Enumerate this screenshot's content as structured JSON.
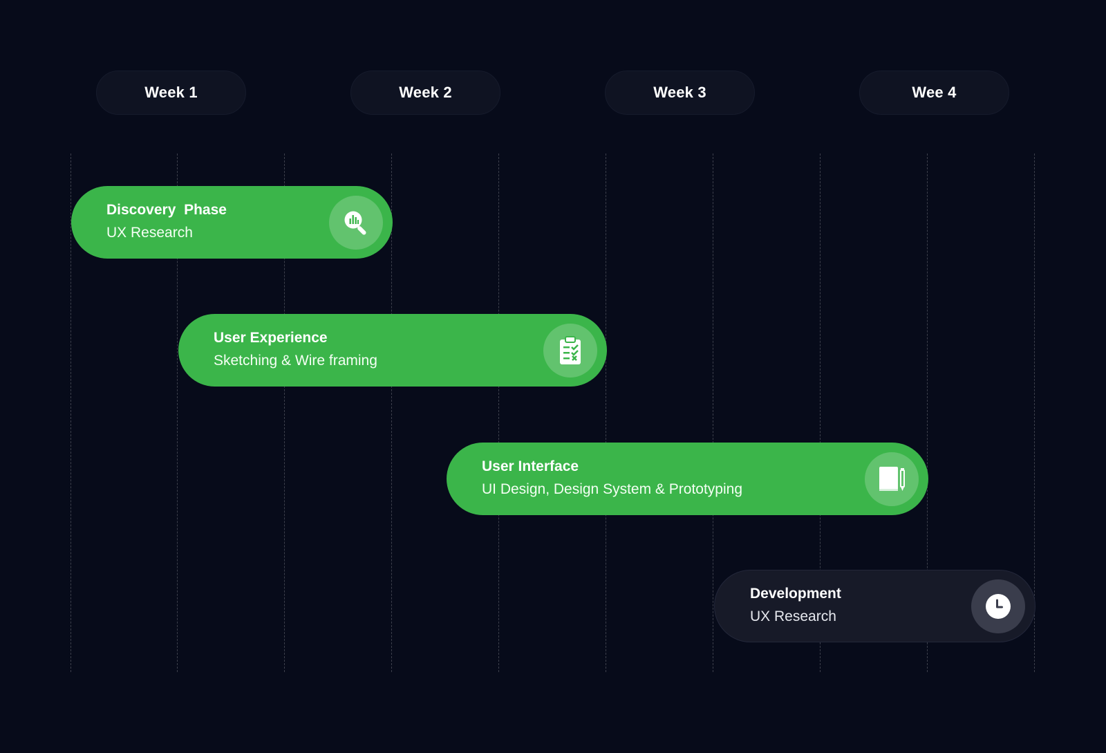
{
  "timeline": {
    "weeks": [
      {
        "label": "Week 1"
      },
      {
        "label": "Week 2"
      },
      {
        "label": "Week 3"
      },
      {
        "label": "Wee 4"
      }
    ],
    "tasks": [
      {
        "title": "Discovery  Phase",
        "subtitle": "UX Research",
        "icon": "magnifier-chart-icon",
        "color": "#3bb54a"
      },
      {
        "title": "User Experience",
        "subtitle": "Sketching & Wire framing",
        "icon": "clipboard-checklist-icon",
        "color": "#3bb54a"
      },
      {
        "title": "User Interface",
        "subtitle": "UI Design, Design System & Prototyping",
        "icon": "notebook-pencil-icon",
        "color": "#3bb54a"
      },
      {
        "title": "Development",
        "subtitle": "UX Research",
        "icon": "clock-icon",
        "color": "#171a28"
      }
    ]
  },
  "colors": {
    "background": "#070b1a",
    "accent": "#3bb54a",
    "pill": "#0f1322"
  }
}
